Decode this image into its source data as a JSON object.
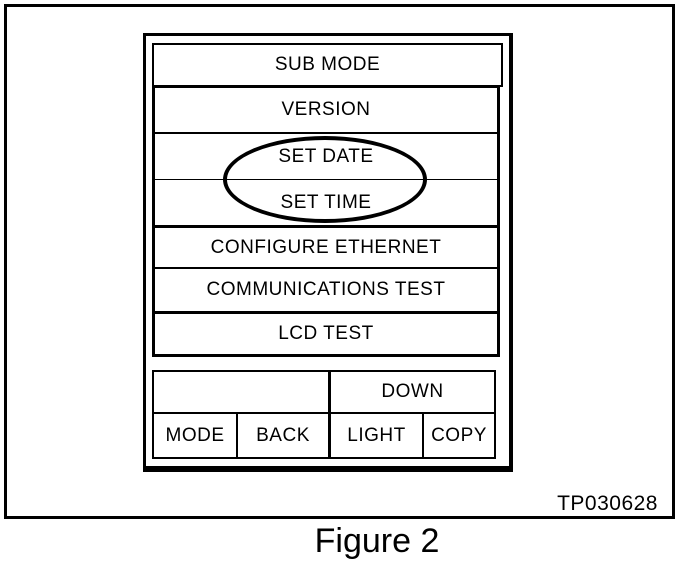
{
  "figure": {
    "caption": "Figure 2",
    "ref_code": "TP030628"
  },
  "screen": {
    "header": "SUB MODE",
    "menu_items": [
      {
        "label": "VERSION",
        "circled": false
      },
      {
        "label": "SET DATE",
        "circled": true
      },
      {
        "label": "SET TIME",
        "circled": true
      },
      {
        "label": "CONFIGURE ETHERNET",
        "circled": false
      },
      {
        "label": "COMMUNICATIONS TEST",
        "circled": false
      },
      {
        "label": "LCD TEST",
        "circled": false
      }
    ],
    "nav": {
      "down_label": "DOWN",
      "buttons": [
        "MODE",
        "BACK",
        "LIGHT",
        "COPY"
      ]
    }
  },
  "annotation": {
    "type": "ellipse-highlight",
    "around": [
      "SET DATE",
      "SET TIME"
    ]
  },
  "colors": {
    "ink": "#000000",
    "paper": "#ffffff"
  }
}
